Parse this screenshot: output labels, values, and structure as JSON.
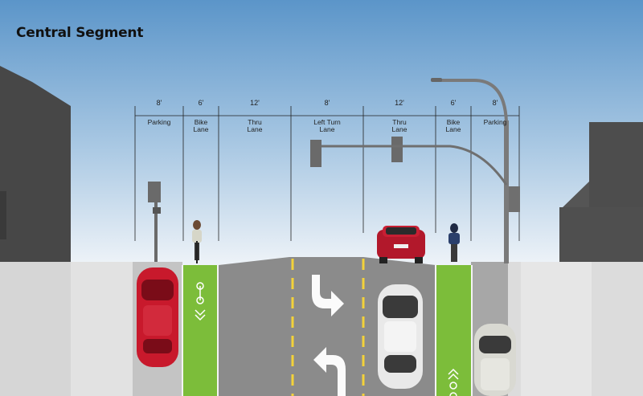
{
  "title": "Central Segment",
  "lanes": [
    {
      "width": "8'",
      "label_1": "Parking",
      "label_2": ""
    },
    {
      "width": "6'",
      "label_1": "Bike",
      "label_2": "Lane"
    },
    {
      "width": "12'",
      "label_1": "Thru",
      "label_2": "Lane"
    },
    {
      "width": "8'",
      "label_1": "Left Turn",
      "label_2": "Lane"
    },
    {
      "width": "12'",
      "label_1": "Thru",
      "label_2": "Lane"
    },
    {
      "width": "6'",
      "label_1": "Bike",
      "label_2": "Lane"
    },
    {
      "width": "8'",
      "label_1": "Parking",
      "label_2": ""
    }
  ],
  "colors": {
    "sky_top": "#5b95c9",
    "sky_bottom": "#e9eff5",
    "building": "#4a4a4a",
    "sidewalk": "#d9d9d9",
    "asphalt": "#8a8a8a",
    "parking_strip": "#c8c8c8",
    "bike_lane": "#7dbd3a",
    "lane_stripe_yellow": "#f3d23a",
    "red_car": "#c8192c",
    "white_car": "#eeeeee"
  },
  "icons": [
    "bicycle-icon",
    "turn-arrow-right-icon",
    "turn-arrow-left-icon",
    "car-icon",
    "cyclist-icon",
    "traffic-signal-icon",
    "streetlight-icon"
  ]
}
